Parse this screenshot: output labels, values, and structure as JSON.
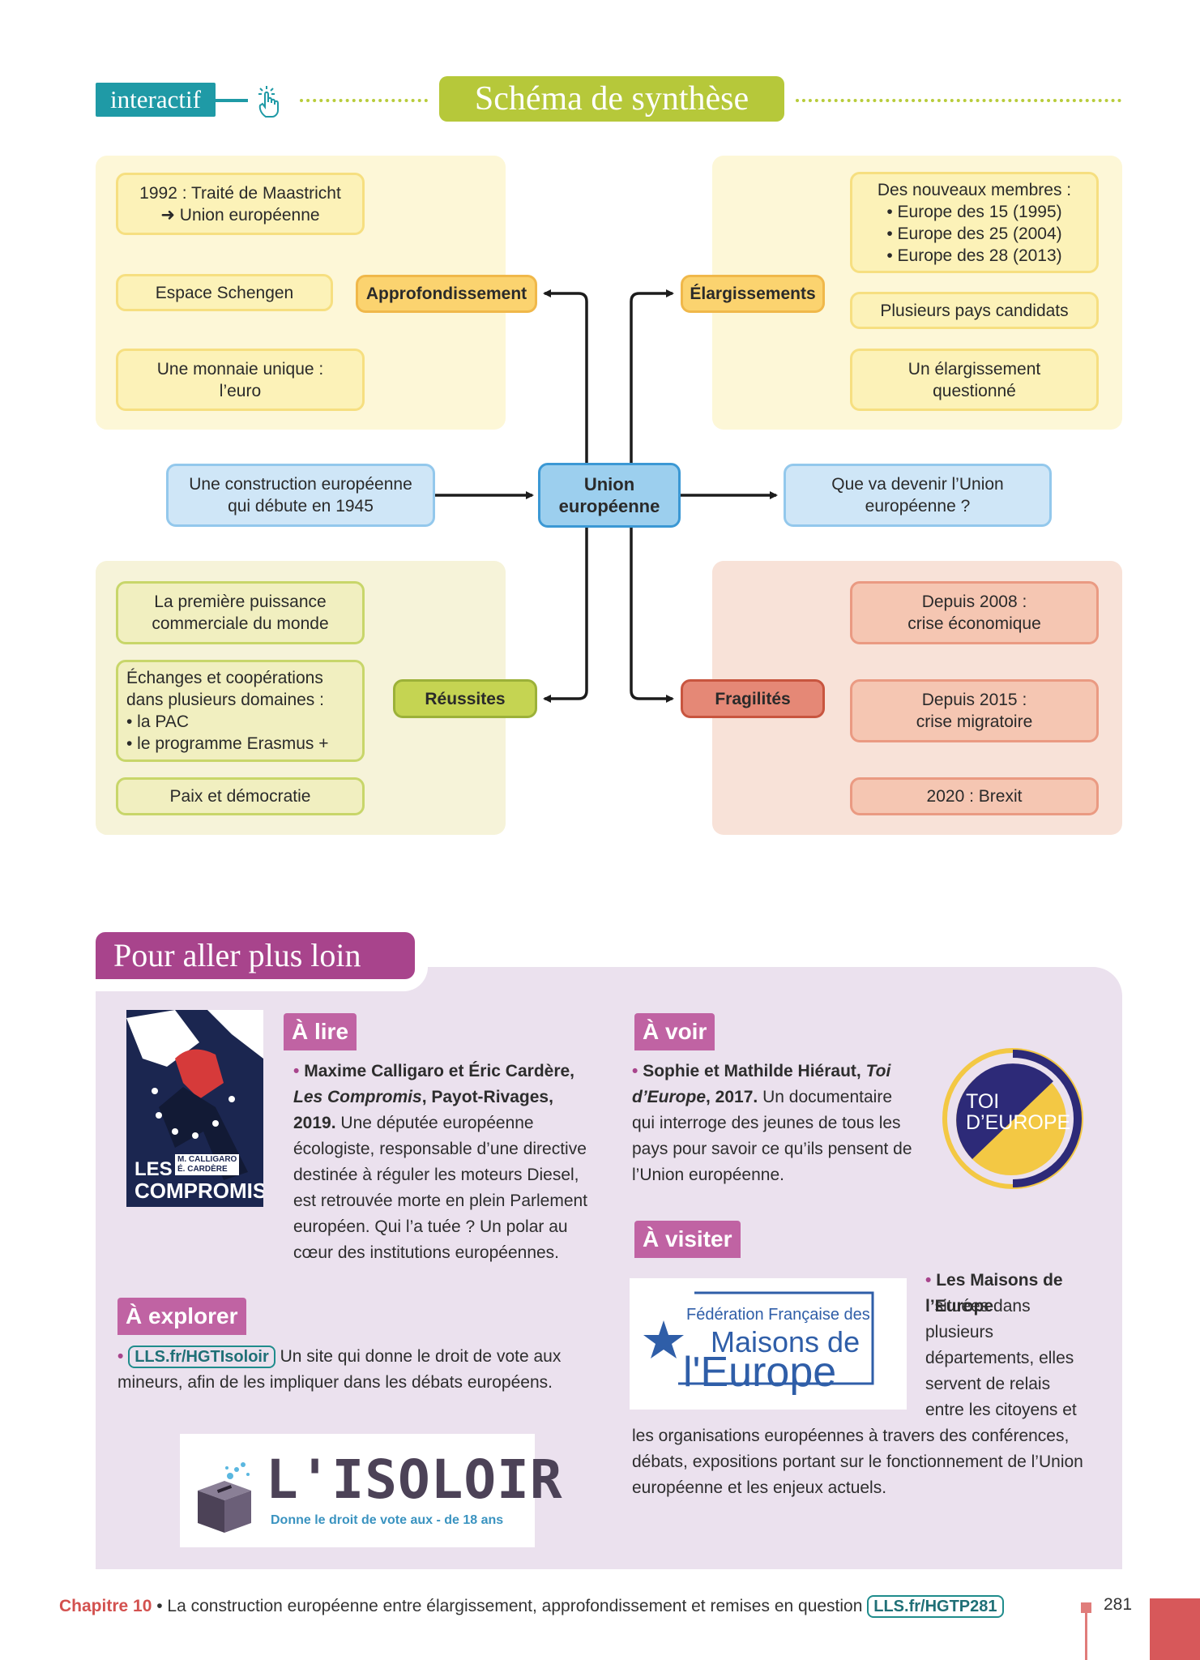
{
  "header": {
    "interactif": "interactif",
    "title": "Schéma de synthèse"
  },
  "schema": {
    "hub": "Union\neuropéenne",
    "origin": "Une construction européenne\nqui débute en 1945",
    "future": "Que va devenir l’Union\neuropéenne ?",
    "approfondissement": {
      "label": "Approfondissement",
      "items": [
        "1992 : Traité de Maastricht\n➜ Union européenne",
        "Espace Schengen",
        "Une monnaie unique :\nl’euro"
      ]
    },
    "elargissements": {
      "label": "Élargissements",
      "members": "Des nouveaux membres :\n• Europe des 15 (1995)\n• Europe des 25 (2004)\n• Europe des 28 (2013)",
      "items": [
        "Plusieurs pays candidats",
        "Un élargissement\nquestionné"
      ]
    },
    "reussites": {
      "label": "Réussites",
      "items": [
        "La première puissance\ncommerciale du monde",
        "Échanges et coopérations\ndans plusieurs domaines :\n• la PAC\n• le programme Erasmus +",
        "Paix et démocratie"
      ]
    },
    "fragilites": {
      "label": "Fragilités",
      "items": [
        "Depuis 2008 :\ncrise économique",
        "Depuis 2015 :\ncrise migratoire",
        "2020 : Brexit"
      ]
    }
  },
  "aller_plus_loin": {
    "title": "Pour aller plus loin",
    "lire": {
      "tag": "À lire",
      "authors": "Maxime Calligaro et Éric Cardère,",
      "book_title": "Les Compromis",
      "publisher": ", Payot-Rivages, 2019.",
      "description": " Une députée européenne écologiste, responsable d’une directive destinée à réguler les moteurs Diesel, est retrouvée morte en plein Parlement européen. Qui l’a tuée ? Un polar au cœur des institutions européennes.",
      "cover_words": [
        "LES",
        "COMPROMIS"
      ],
      "cover_authors": [
        "M. CALLIGARO",
        "É. CARDÈRE"
      ]
    },
    "voir": {
      "tag": "À voir",
      "authors": "Sophie et Mathilde Hiéraut,",
      "film_title": "Toi d’Europe",
      "year": ", 2017.",
      "description": " Un documentaire qui interroge des jeunes de tous les pays pour savoir ce qu’ils pensent de l’Union européenne.",
      "logo_words": [
        "TOI",
        "D’EUROPE"
      ]
    },
    "explorer": {
      "tag": "À explorer",
      "link": "LLS.fr/HGTIsoloir",
      "description": " Un site qui donne le droit de vote aux mineurs, afin de les impliquer dans les débats européens.",
      "logo_title": "L'ISOLOIR",
      "logo_sub": "Donne le droit de vote aux - de 18 ans"
    },
    "visiter": {
      "tag": "À visiter",
      "name": "Les Maisons de l’Europe",
      "description": " : situées dans plusieurs départements, elles servent de relais entre les citoyens et les organisations européennes à travers des conférences, débats, expositions portant sur le fonctionnement de l’Union européenne et les enjeux actuels.",
      "logo_top": "Fédération Française des",
      "logo_mid": "Maisons de",
      "logo_big": "l'Europe"
    }
  },
  "footer": {
    "chapter": "Chapitre 10",
    "text": " • La construction européenne entre élargissement, approfondissement et remises en question ",
    "link": "LLS.fr/HGTP281",
    "page": "281"
  },
  "colors": {
    "teal": "#1f9aa6",
    "title_green": "#b6c83a",
    "purple": "#a8448c",
    "hub_blue": "#3b98d4",
    "footer_red": "#d3514f"
  }
}
